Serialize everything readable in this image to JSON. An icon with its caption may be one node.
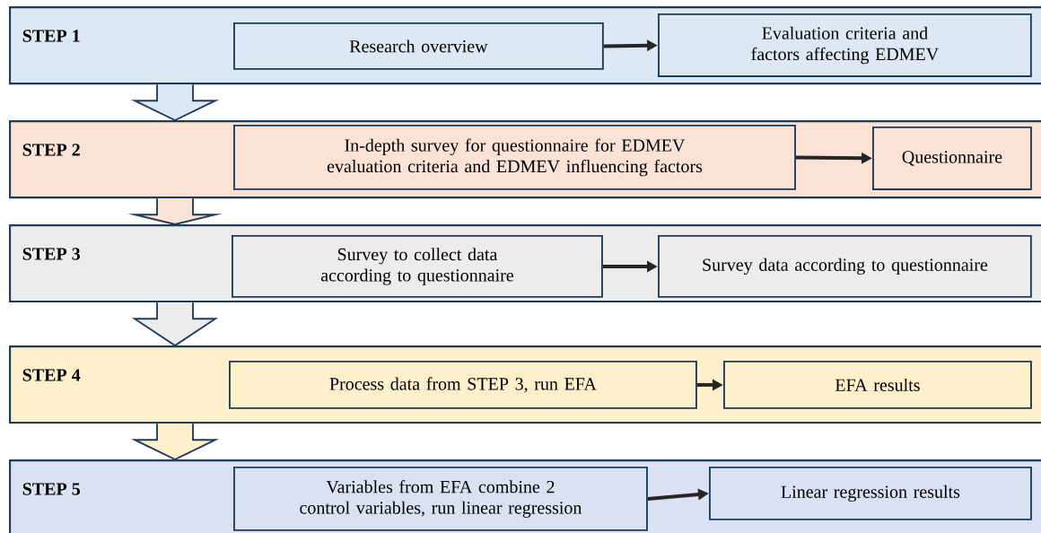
{
  "diagram": {
    "nodes": [
      {
        "text": [
          "STEP 1"
        ]
      },
      {
        "text": [
          "Research overview"
        ],
        "in": 0
      },
      {
        "text": [
          "Evaluation criteria and factors affecting EDMEV"
        ],
        "in": 0
      },
      {
        "text": [
          "STEP 2"
        ]
      },
      {
        "text": [
          "In-depth survey for questionnaire for EDMEV evaluation criteria and EDMEV influencing factors"
        ],
        "in": 3
      },
      {
        "text": [
          "Questionnaire"
        ],
        "in": 3
      },
      {
        "text": [
          "STEP 3"
        ]
      },
      {
        "text": [
          "Survey to collect data according to questionnaire"
        ],
        "in": 6
      },
      {
        "text": [
          "Survey data according to questionnaire"
        ],
        "in": 6
      },
      {
        "text": [
          "STEP 4"
        ]
      },
      {
        "text": [
          "Process data from STEP 3, run EFA"
        ],
        "in": 9
      },
      {
        "text": [
          "EFA results"
        ],
        "in": 9
      },
      {
        "text": [
          "STEP 5"
        ]
      },
      {
        "text": [
          "Variables from EFA combine 2 control variables, run linear regression"
        ],
        "in": 12
      },
      {
        "text": [
          "Linear regression results"
        ],
        "in": 12
      }
    ],
    "edges": [
      {
        "from": 1,
        "to": 2,
        "arrow": "to"
      },
      {
        "from": 0,
        "to": 3,
        "arrow": "to"
      },
      {
        "from": 4,
        "to": 5,
        "arrow": "to"
      },
      {
        "from": 3,
        "to": 6,
        "arrow": "to"
      },
      {
        "from": 7,
        "to": 8,
        "arrow": "to"
      },
      {
        "from": 6,
        "to": 9,
        "arrow": "to"
      },
      {
        "from": 10,
        "to": 11,
        "arrow": "to"
      },
      {
        "from": 9,
        "to": 12,
        "arrow": "to"
      },
      {
        "from": 13,
        "to": 14,
        "arrow": "to"
      }
    ]
  }
}
